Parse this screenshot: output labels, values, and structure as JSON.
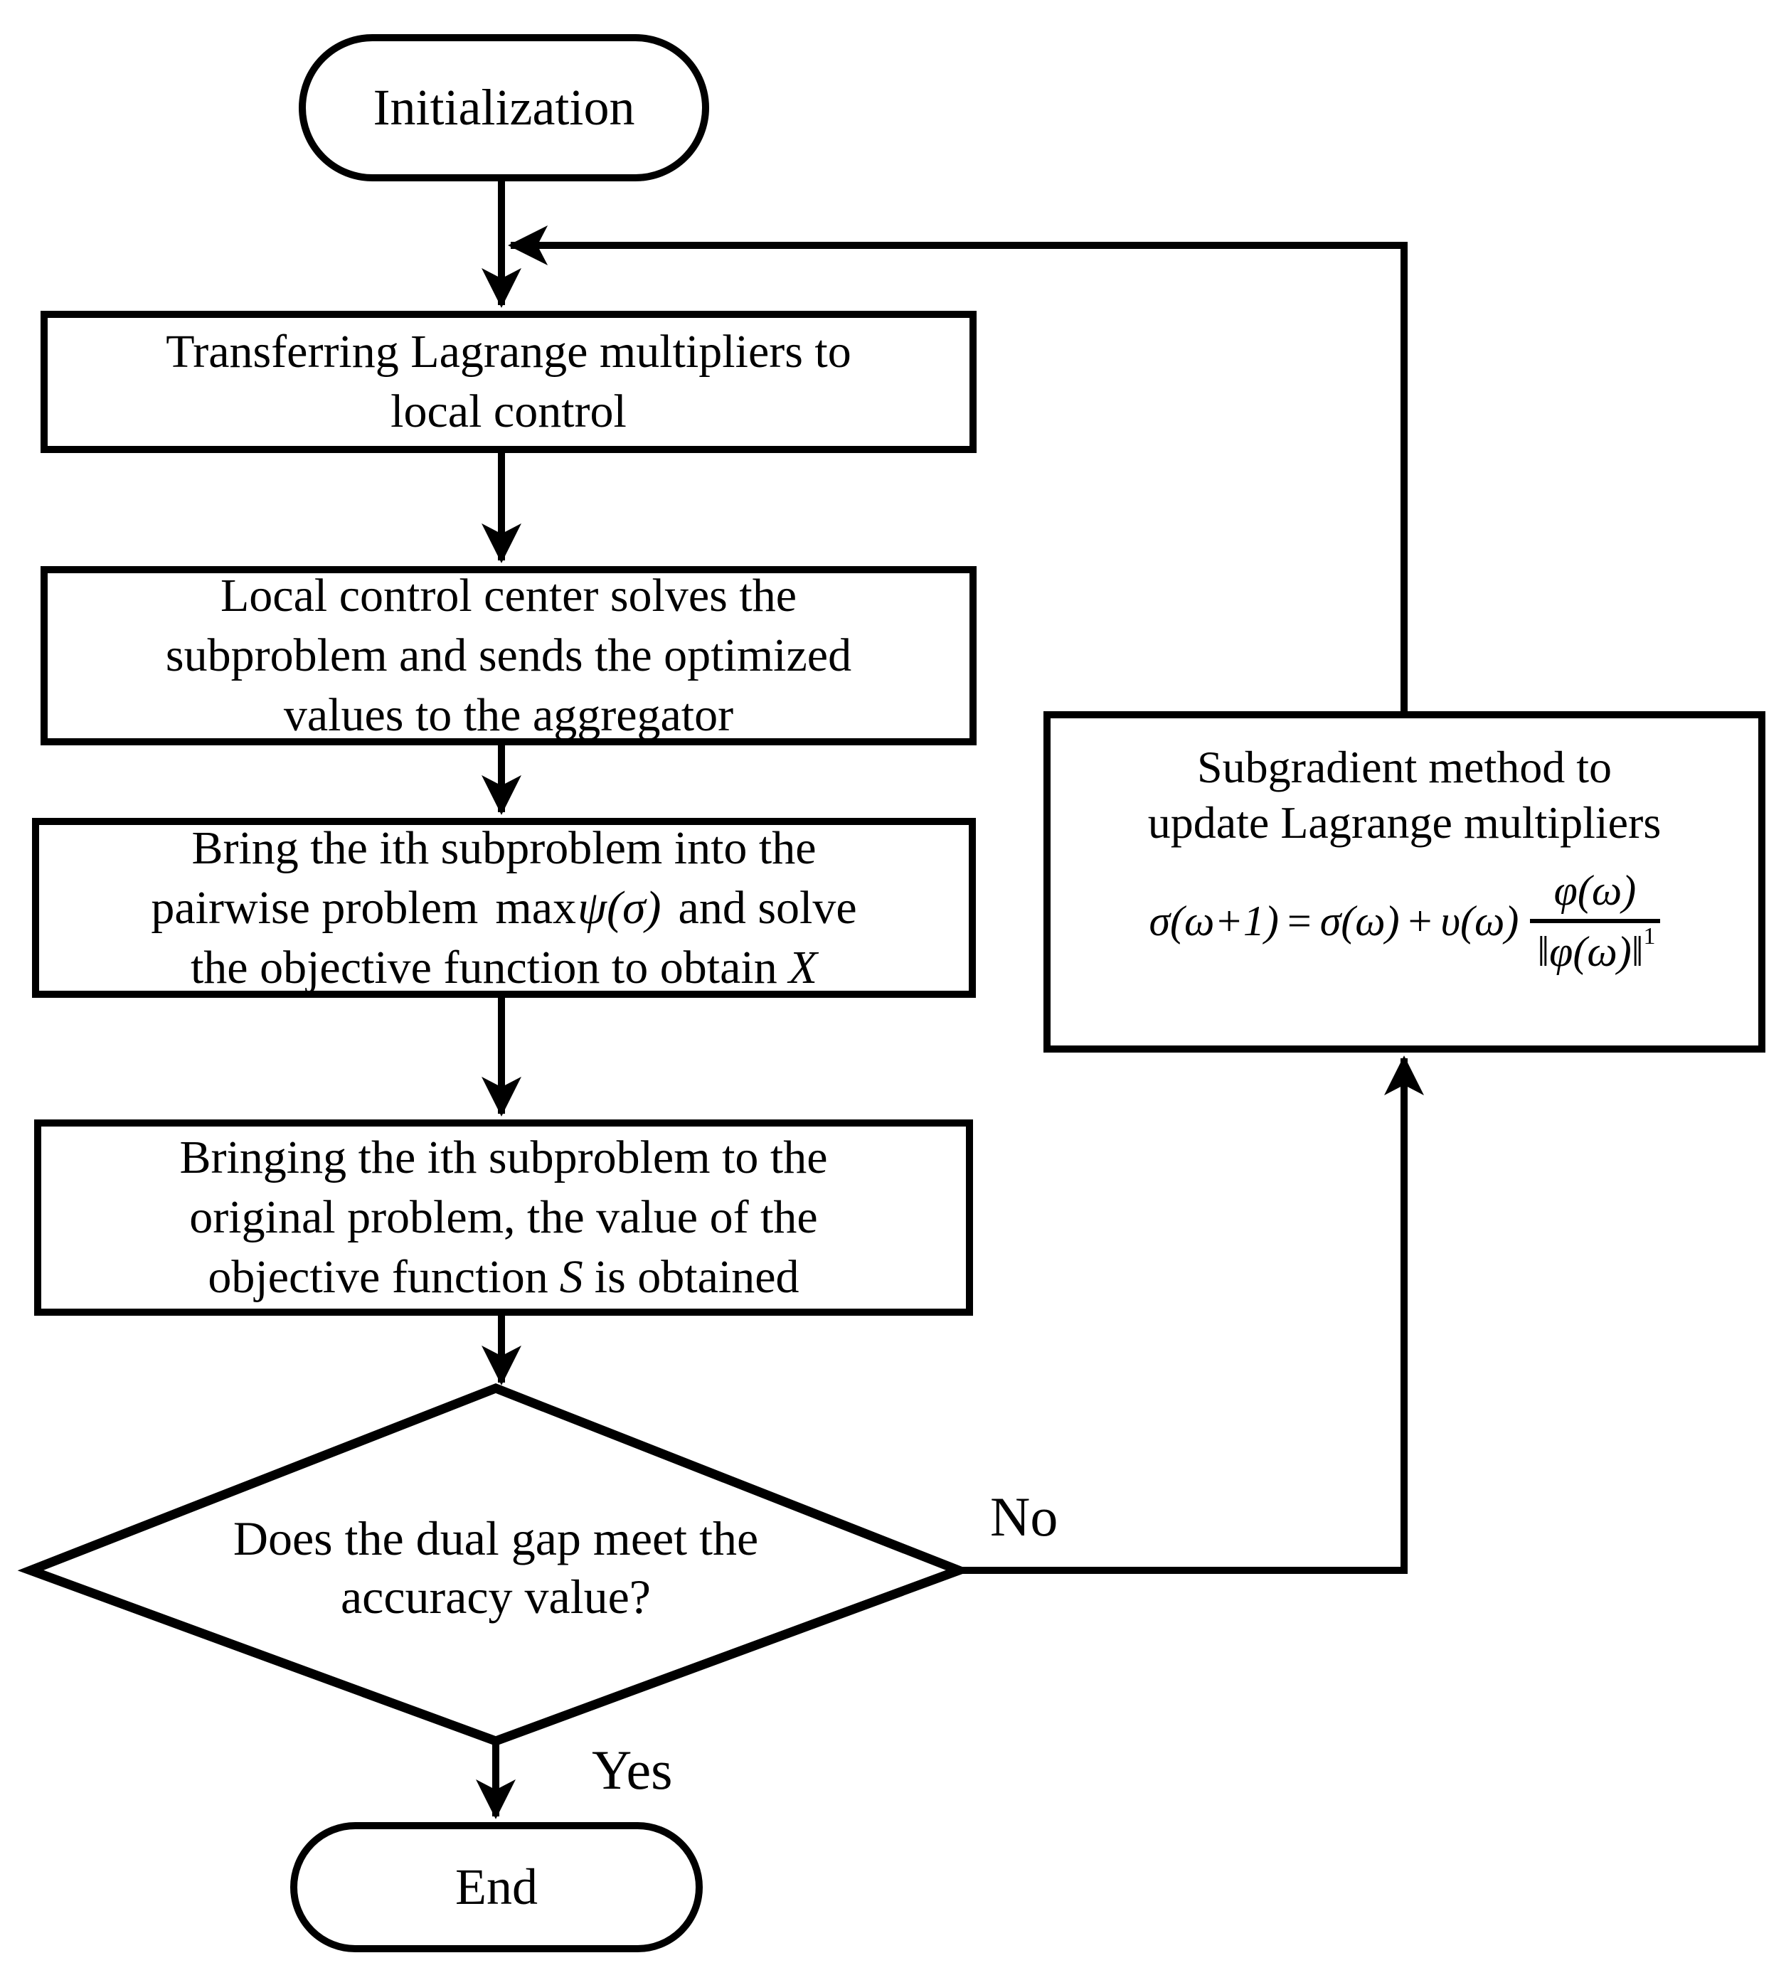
{
  "page": {
    "background": "#ffffff",
    "stroke_color": "#000000"
  },
  "nodes": {
    "init": {
      "label": "Initialization"
    },
    "transfer": {
      "lines": [
        "Transferring Lagrange multipliers to",
        "local control"
      ]
    },
    "solve": {
      "lines": [
        "Local control center solves the",
        "subproblem and sends the optimized",
        "values to the aggregator"
      ]
    },
    "pairwise": {
      "line1": "Bring the ith subproblem into the",
      "line2_pre": "pairwise problem",
      "line2_op": "max",
      "line2_math": "ψ(σ)",
      "line2_post": "and solve",
      "line3_pre": "the objective function to obtain",
      "line3_math": "X"
    },
    "original": {
      "line1": "Bringing the ith subproblem to the",
      "line2": "original problem, the value of the",
      "line3_pre": "objective function",
      "line3_math": "S",
      "line3_post": "is obtained"
    },
    "decision": {
      "lines": [
        "Does the dual gap meet the",
        "accuracy value?"
      ]
    },
    "subgradient": {
      "lines": [
        "Subgradient method to",
        "update Lagrange multipliers"
      ],
      "formula": {
        "lhs": "σ(ω+1)",
        "eq": "=",
        "term1": "σ(ω)",
        "plus": "+",
        "term2": "υ(ω)",
        "numerator": "φ(ω)",
        "denominator": "‖φ(ω)‖",
        "superscript": "1"
      }
    },
    "end": {
      "label": "End"
    }
  },
  "labels": {
    "no": "No",
    "yes": "Yes"
  }
}
